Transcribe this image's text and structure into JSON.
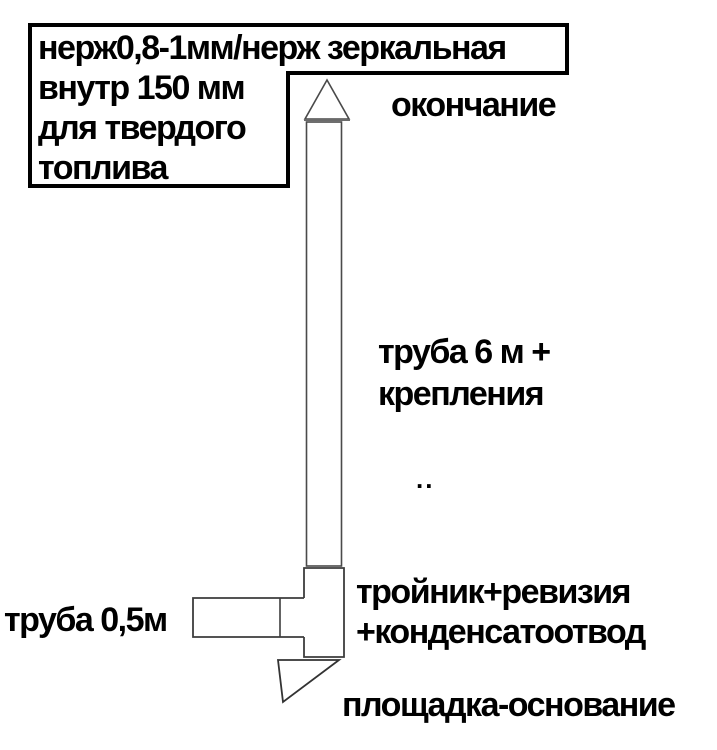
{
  "diagram": {
    "background": "#ffffff",
    "ink_color": "#000000",
    "line_color": "#444444",
    "title_box": {
      "line1": "нерж0,8-1мм/нерж зеркальная",
      "line2": "внутр 150 мм",
      "line3": "для твердого",
      "line4": "топлива"
    },
    "labels": {
      "termination": "окончание",
      "pipe_line1": "труба 6 м +",
      "pipe_line2": "крепления",
      "stray_marks": "..",
      "side_pipe": "труба 0,5м",
      "tee_line1": "тройник+ревизия",
      "tee_line2": "+конденсатоотвод",
      "base_platform": "площадка-основание"
    },
    "parts": {
      "cap": "cone-termination",
      "pipe": "vertical-flue-pipe-6m",
      "tee": "tee-with-revision-and-condensate-drain",
      "side_pipe": "horizontal-pipe-0-5m",
      "bracket": "base-platform-bracket"
    }
  }
}
